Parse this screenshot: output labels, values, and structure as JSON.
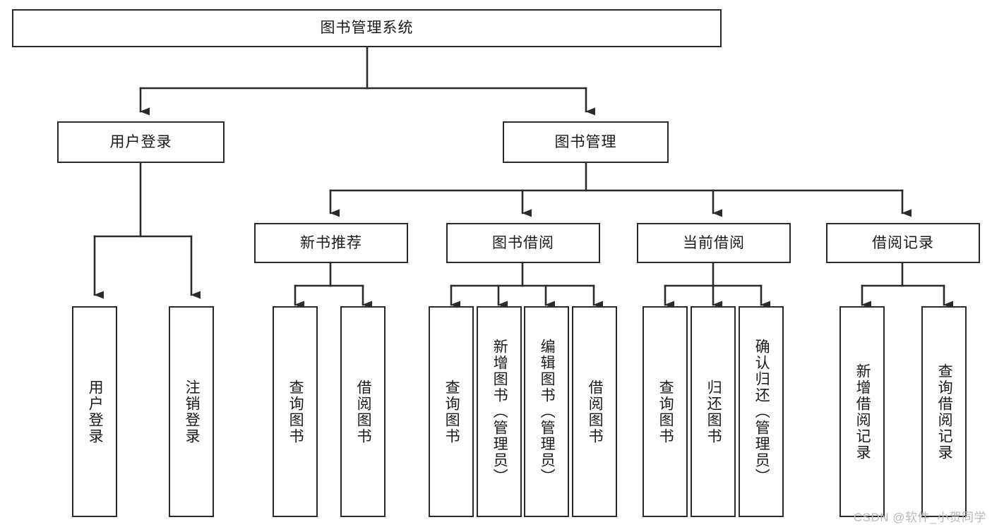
{
  "diagram": {
    "title": "图书管理系统",
    "type": "hierarchy-tree",
    "root": {
      "id": "root",
      "label": "图书管理系统"
    },
    "level2": [
      {
        "id": "user-login",
        "label": "用户登录"
      },
      {
        "id": "book-manage",
        "label": "图书管理"
      }
    ],
    "level3": [
      {
        "id": "new-book-recommend",
        "label": "新书推荐",
        "parent": "book-manage"
      },
      {
        "id": "book-borrow",
        "label": "图书借阅",
        "parent": "book-manage"
      },
      {
        "id": "current-borrow",
        "label": "当前借阅",
        "parent": "book-manage"
      },
      {
        "id": "borrow-record",
        "label": "借阅记录",
        "parent": "book-manage"
      }
    ],
    "leaves": {
      "user_login": [
        {
          "id": "leaf-user-login",
          "label": "用户登录"
        },
        {
          "id": "leaf-logout",
          "label": "注销登录"
        }
      ],
      "new_book_recommend": [
        {
          "id": "leaf-query-book-1",
          "label": "查询图书"
        },
        {
          "id": "leaf-borrow-book-1",
          "label": "借阅图书"
        }
      ],
      "book_borrow": [
        {
          "id": "leaf-query-book-2",
          "label": "查询图书"
        },
        {
          "id": "leaf-add-book",
          "label": "新增图书（管理员）"
        },
        {
          "id": "leaf-edit-book",
          "label": "编辑图书（管理员）"
        },
        {
          "id": "leaf-borrow-book-2",
          "label": "借阅图书"
        }
      ],
      "current_borrow": [
        {
          "id": "leaf-query-book-3",
          "label": "查询图书"
        },
        {
          "id": "leaf-return-book",
          "label": "归还图书"
        },
        {
          "id": "leaf-confirm-return",
          "label": "确认归还（管理员）"
        }
      ],
      "borrow_record": [
        {
          "id": "leaf-add-record",
          "label": "新增借阅记录"
        },
        {
          "id": "leaf-query-record",
          "label": "查询借阅记录"
        }
      ]
    }
  },
  "watermark": {
    "text": "CSDN @软件_小贺同学"
  },
  "colors": {
    "border": "#2b2b2b",
    "background": "#ffffff",
    "text": "#1a1a1a",
    "edge": "#3a3a3a",
    "watermark": "#b9b9b9"
  }
}
